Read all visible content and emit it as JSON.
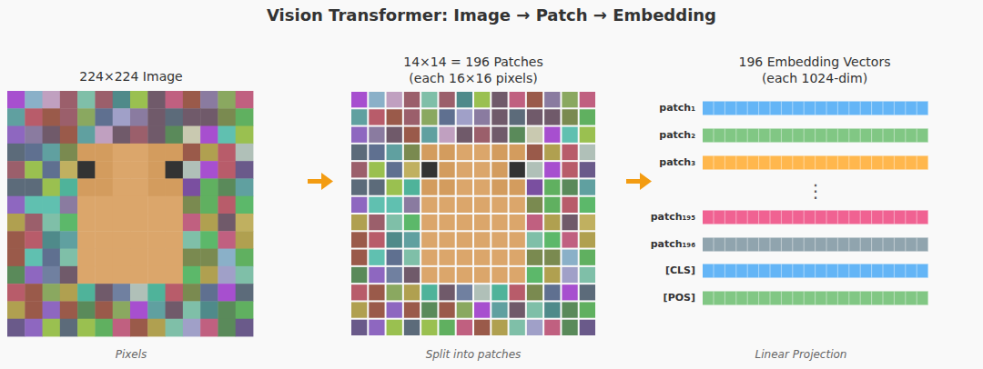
{
  "diagram": {
    "title": "Vision Transformer: Image → Patch → Embedding",
    "labels": [
      "224×224 Image",
      "14×14 = 196 Patches",
      "(each 16×16 pixels)",
      "196 Embedding Vectors",
      "(each 1024-dim)",
      "patch₁",
      "patch₂",
      "patch₃",
      "⋮",
      "patch₁₉₅",
      "patch₁₉₆",
      "[CLS]",
      "[POS]",
      "Pixels",
      "Split into patches",
      "Linear Projection"
    ]
  }
}
